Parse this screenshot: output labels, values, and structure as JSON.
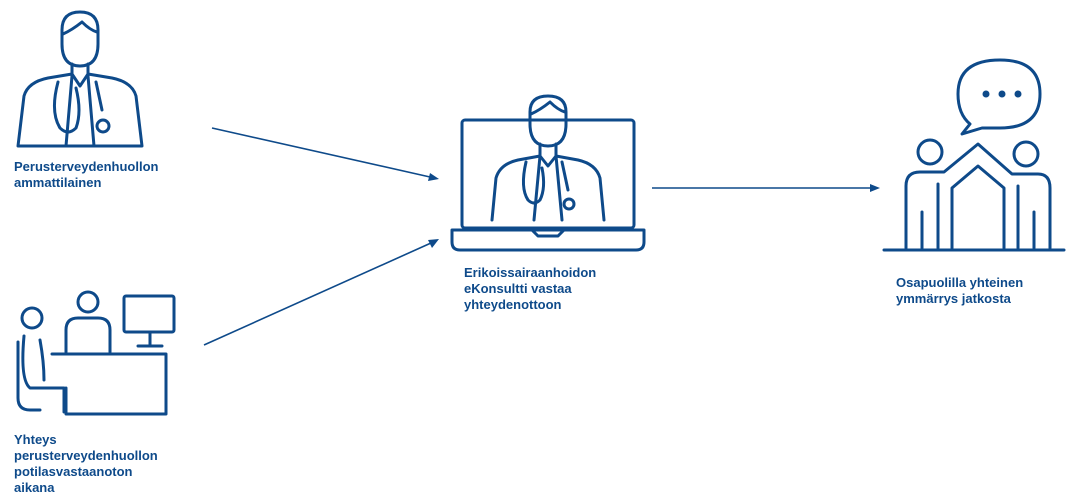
{
  "colors": {
    "primary": "#0e4a8a",
    "background": "#ffffff"
  },
  "nodes": {
    "primary_care": {
      "icon": "doctor-icon",
      "label_lines": [
        "Perusterveydenhuollon",
        "ammattilainen"
      ]
    },
    "patient_contact": {
      "icon": "reception-desk-icon",
      "label_lines": [
        "Yhteys",
        "perusterveydenhuollon",
        "potilasvastaanoton",
        "aikana"
      ]
    },
    "specialist_econsult": {
      "icon": "laptop-doctor-icon",
      "label_lines": [
        "Erikoissairaanhoidon",
        "eKonsultti vastaa",
        "yhteydenottoon"
      ]
    },
    "shared_understanding": {
      "icon": "people-speech-bubble-icon",
      "label_lines": [
        "Osapuolilla yhteinen",
        "ymmärrys jatkosta"
      ]
    }
  },
  "arrows": [
    "primary_care -> specialist_econsult",
    "patient_contact -> specialist_econsult",
    "specialist_econsult -> shared_understanding"
  ]
}
